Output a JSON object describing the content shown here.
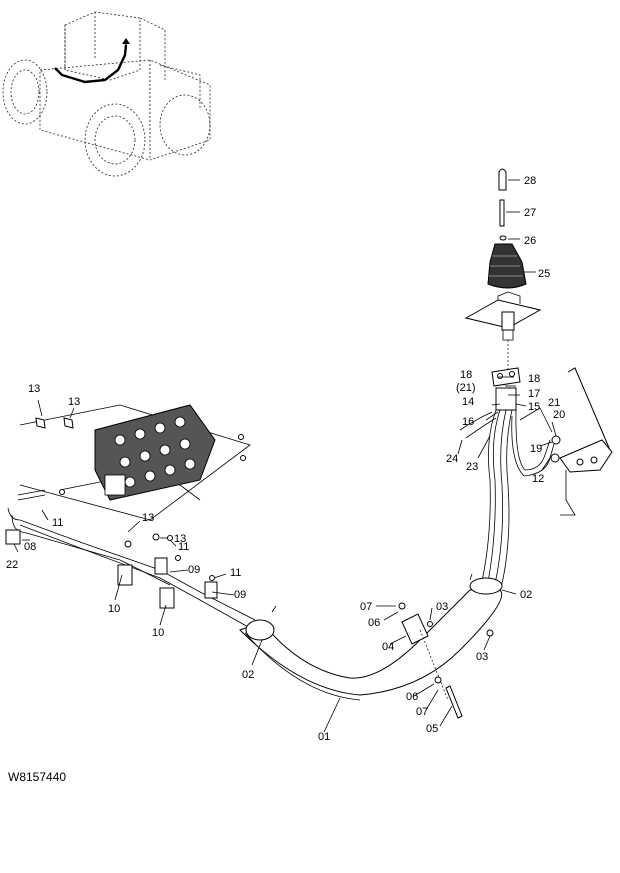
{
  "drawing_code": "W8157440",
  "callouts": [
    {
      "id": "c28",
      "text": "28"
    },
    {
      "id": "c27",
      "text": "27"
    },
    {
      "id": "c26",
      "text": "26"
    },
    {
      "id": "c25",
      "text": "25"
    },
    {
      "id": "c18a",
      "text": "18"
    },
    {
      "id": "c18b",
      "text": "18"
    },
    {
      "id": "c21p",
      "text": "(21)"
    },
    {
      "id": "c17",
      "text": "17"
    },
    {
      "id": "c14",
      "text": "14"
    },
    {
      "id": "c15",
      "text": "15"
    },
    {
      "id": "c16",
      "text": "16"
    },
    {
      "id": "c21",
      "text": "21"
    },
    {
      "id": "c20",
      "text": "20"
    },
    {
      "id": "c19",
      "text": "19"
    },
    {
      "id": "c24",
      "text": "24"
    },
    {
      "id": "c23",
      "text": "23"
    },
    {
      "id": "c12",
      "text": "12"
    },
    {
      "id": "c13a",
      "text": "13"
    },
    {
      "id": "c13b",
      "text": "13"
    },
    {
      "id": "c13c",
      "text": "13"
    },
    {
      "id": "c13d",
      "text": "13"
    },
    {
      "id": "c11a",
      "text": "11"
    },
    {
      "id": "c11b",
      "text": "11"
    },
    {
      "id": "c11c",
      "text": "11"
    },
    {
      "id": "c08",
      "text": "08"
    },
    {
      "id": "c22",
      "text": "22"
    },
    {
      "id": "c09a",
      "text": "09"
    },
    {
      "id": "c09b",
      "text": "09"
    },
    {
      "id": "c10a",
      "text": "10"
    },
    {
      "id": "c10b",
      "text": "10"
    },
    {
      "id": "c02a",
      "text": "02"
    },
    {
      "id": "c02b",
      "text": "02"
    },
    {
      "id": "c07a",
      "text": "07"
    },
    {
      "id": "c06a",
      "text": "06"
    },
    {
      "id": "c03a",
      "text": "03"
    },
    {
      "id": "c04",
      "text": "04"
    },
    {
      "id": "c03b",
      "text": "03"
    },
    {
      "id": "c06b",
      "text": "06"
    },
    {
      "id": "c07b",
      "text": "07"
    },
    {
      "id": "c05",
      "text": "05"
    },
    {
      "id": "c01",
      "text": "01"
    }
  ]
}
